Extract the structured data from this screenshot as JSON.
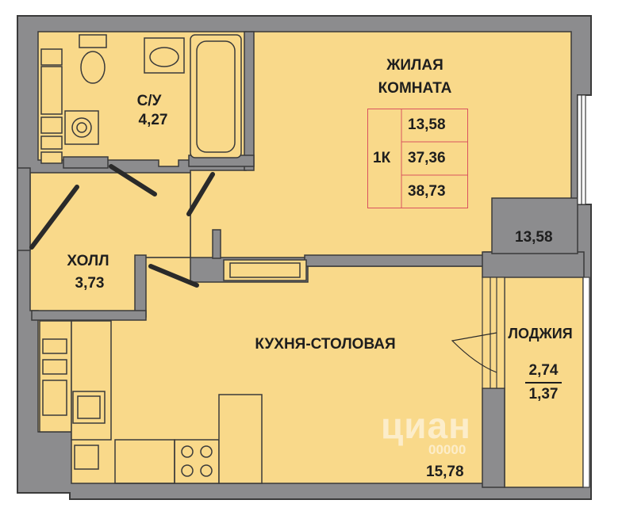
{
  "rooms": {
    "living_name_line1": "ЖИЛАЯ",
    "living_name_line2": "КОМНАТА",
    "living_area": "13,58",
    "bathroom_name": "С/У",
    "bathroom_area": "4,27",
    "hall_name": "ХОЛЛ",
    "hall_area": "3,73",
    "kitchen_name": "КУХНЯ-СТОЛОВАЯ",
    "kitchen_area": "15,78",
    "loggia_name": "ЛОДЖИЯ",
    "loggia_area_full": "2,74",
    "loggia_area_reduced": "1,37"
  },
  "spec_table": {
    "type_label": "1К",
    "living_area": "13,58",
    "total_area": "37,36",
    "total_with_loggia": "38,73"
  },
  "watermark": {
    "text": "циан",
    "phone_partial": "00000"
  },
  "colors": {
    "floor": "#F9D98A",
    "wall": "#8C8C8E",
    "wall_edge": "#3A3A3A",
    "door": "#2A2A2A",
    "spec_border": "#D9535F"
  }
}
